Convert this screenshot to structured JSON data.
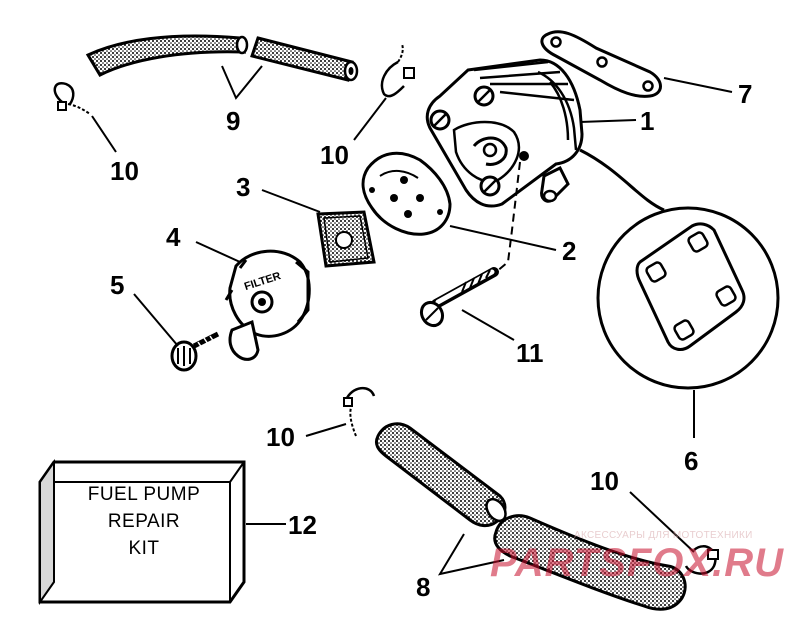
{
  "callouts": {
    "c1": "1",
    "c2": "2",
    "c3": "3",
    "c4": "4",
    "c5": "5",
    "c6": "6",
    "c7": "7",
    "c8": "8",
    "c9": "9",
    "c10a": "10",
    "c10b": "10",
    "c10c": "10",
    "c10d": "10",
    "c11": "11",
    "c12": "12"
  },
  "kit": {
    "line1": "FUEL PUMP",
    "line2": "REPAIR",
    "line3": "KIT"
  },
  "filter_label": "FILTER",
  "watermark": {
    "tagline": "АКСЕССУАРЫ ДЛЯ МОТОТЕХНИКИ",
    "brand": "PARTSFOX.RU",
    "color": "#c8102e"
  }
}
